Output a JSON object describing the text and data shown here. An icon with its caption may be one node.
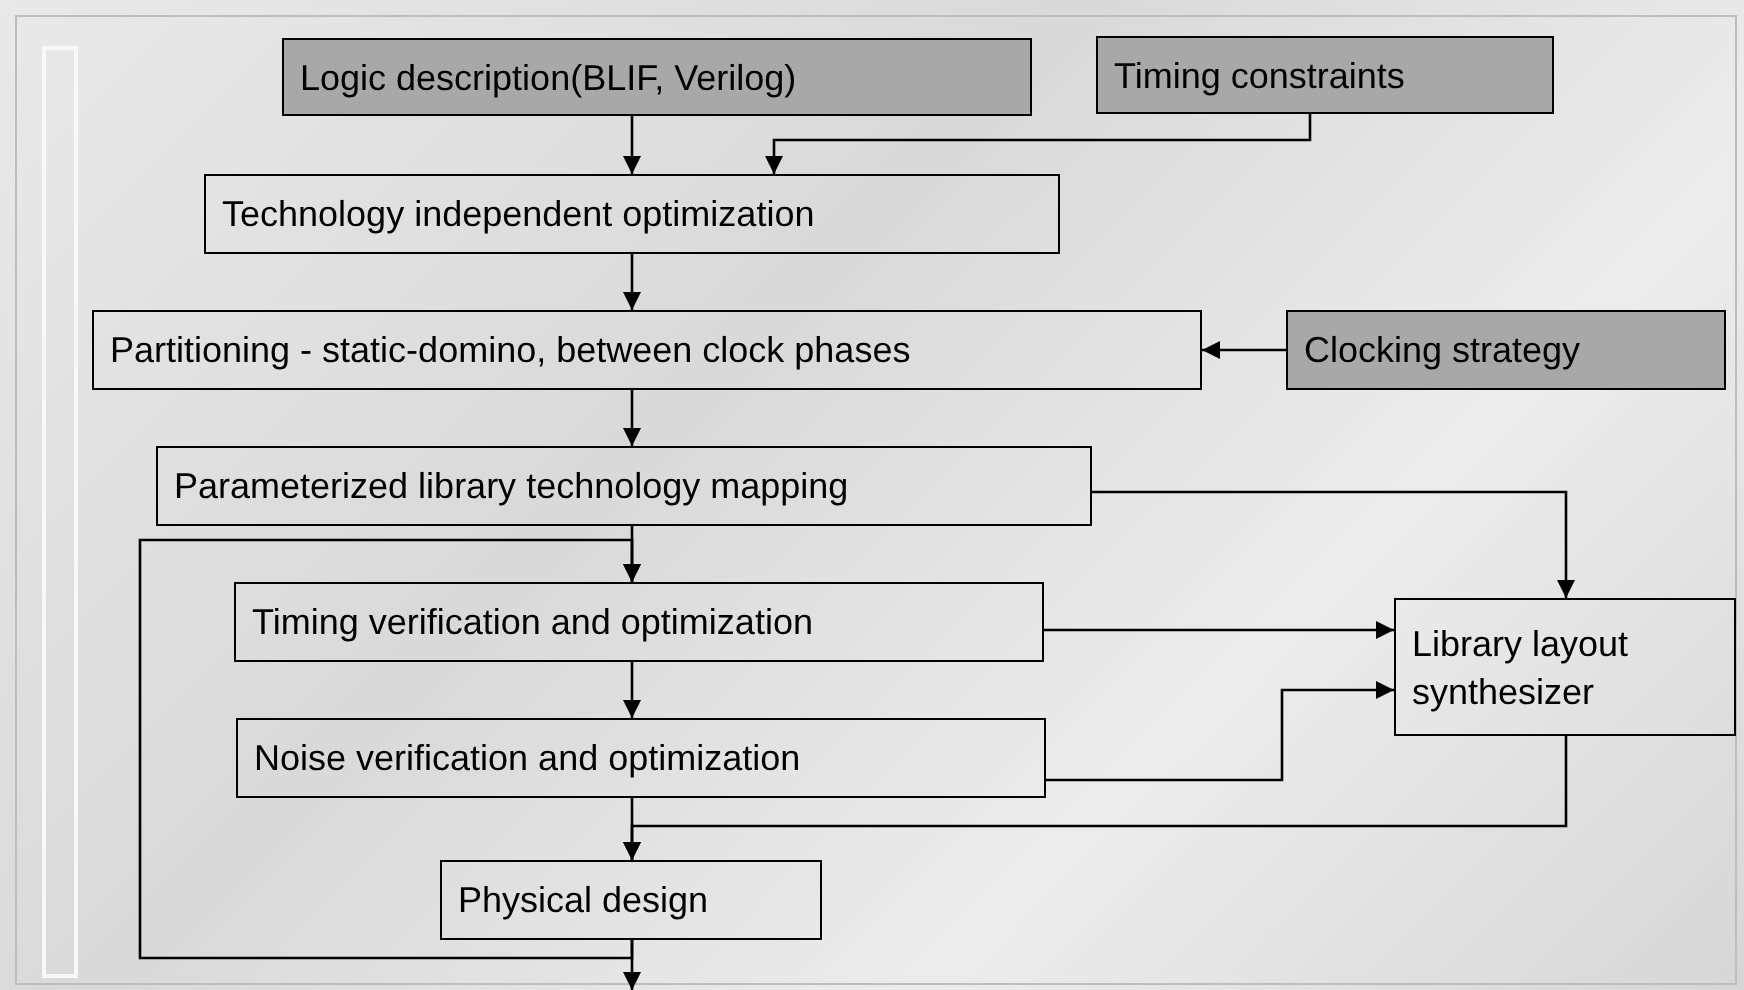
{
  "diagram": {
    "nodes": [
      {
        "text": [
          "Logic description(BLIF, Verilog)"
        ]
      },
      {
        "text": [
          "Timing constraints"
        ]
      },
      {
        "text": [
          "Technology independent optimization"
        ]
      },
      {
        "text": [
          "Partitioning - static-domino, between clock phases"
        ]
      },
      {
        "text": [
          "Clocking strategy"
        ]
      },
      {
        "text": [
          "Parameterized library technology mapping"
        ]
      },
      {
        "text": [
          "Timing verification and optimization"
        ]
      },
      {
        "text": [
          "Noise verification and optimization"
        ]
      },
      {
        "text": [
          "Library layout synthesizer"
        ]
      },
      {
        "text": [
          "Physical design"
        ]
      }
    ],
    "edges": [
      {
        "from": 0,
        "to": 2,
        "arrow": "to"
      },
      {
        "from": 1,
        "to": 2,
        "arrow": "to"
      },
      {
        "from": 2,
        "to": 3,
        "arrow": "to"
      },
      {
        "from": 4,
        "to": 3,
        "arrow": "to"
      },
      {
        "from": 3,
        "to": 5,
        "arrow": "to"
      },
      {
        "from": 5,
        "to": 6,
        "arrow": "to"
      },
      {
        "from": 5,
        "to": 8,
        "arrow": "to"
      },
      {
        "from": 6,
        "to": 8,
        "arrow": "to"
      },
      {
        "from": 6,
        "to": 7,
        "arrow": "to"
      },
      {
        "from": 7,
        "to": 8,
        "arrow": "to"
      },
      {
        "from": 7,
        "to": 9,
        "arrow": "to"
      },
      {
        "from": 8,
        "to": 9,
        "arrow": "to"
      },
      {
        "from": 9,
        "to": 6,
        "arrow": "to"
      },
      {
        "from": 9,
        "to": null,
        "arrow": "to"
      }
    ]
  }
}
